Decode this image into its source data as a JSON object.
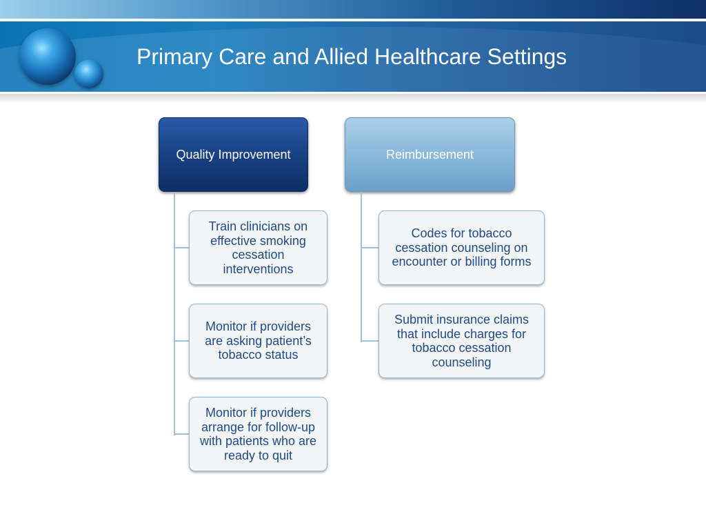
{
  "slide": {
    "title": "Primary Care and Allied Healthcare Settings"
  },
  "diagram": {
    "columns": [
      {
        "header": "Quality Improvement",
        "items": [
          "Train clinicians on effective smoking cessation interventions",
          "Monitor if providers are asking patient’s tobacco status",
          "Monitor if providers arrange for follow-up with patients who are ready to quit"
        ]
      },
      {
        "header": "Reimbursement",
        "items": [
          "Codes for tobacco cessation counseling on encounter or billing forms",
          "Submit insurance claims that include charges for tobacco cessation counseling"
        ]
      }
    ]
  },
  "colors": {
    "title_band": "#1a7dbd",
    "header_dark": "#173f80",
    "header_light": "#84b4d8",
    "child_text": "#1d4b86",
    "connector": "#9fc1dd"
  }
}
